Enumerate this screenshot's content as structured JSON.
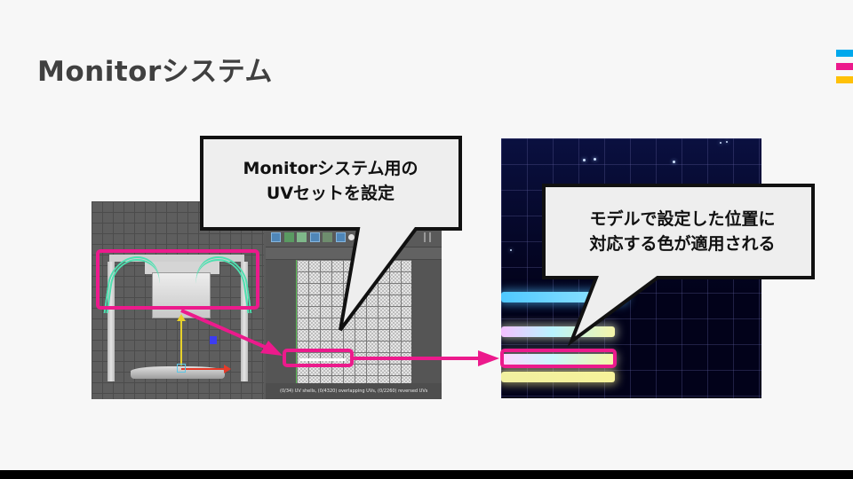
{
  "slide": {
    "title": "Monitorシステム",
    "brand_colors": [
      "#00a8ec",
      "#ec1a8c",
      "#ffc107"
    ]
  },
  "editor": {
    "uv_status_text": "(0/34) UV shells, (0/4320) overlapping UVs, (0/2260) reversed UVs",
    "toolbar_icons": [
      "uv-snapshot-icon",
      "uv-shade-icon",
      "uv-shade-alt-icon",
      "uv-grid-icon",
      "uv-texture-icon",
      "uv-checker-icon",
      "uv-exposure-icon"
    ]
  },
  "callouts": {
    "left": {
      "line1": "Monitorシステム用の",
      "line2": "UVセットを設定"
    },
    "right": {
      "line1": "モデルで設定した位置に",
      "line2": "対応する色が適用される"
    }
  },
  "colors": {
    "highlight": "#ec1a8c",
    "title_text": "#404040",
    "background": "#f7f7f7"
  }
}
